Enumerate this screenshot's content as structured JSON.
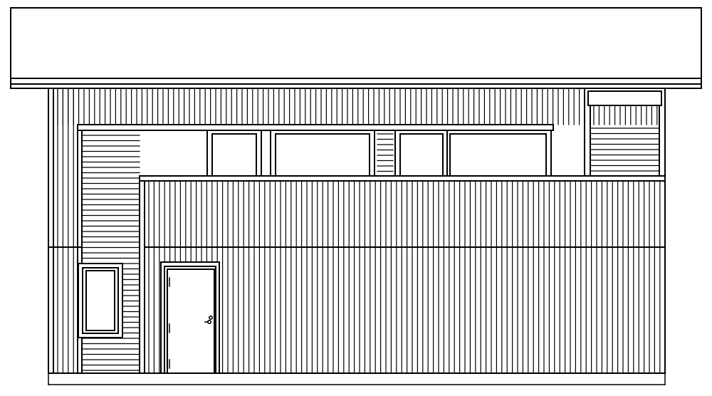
{
  "drawing": {
    "kind": "building-elevation",
    "line_color": "#000000",
    "background": "#ffffff",
    "cladding": [
      "vertical-board-siding",
      "horizontal-lap-siding"
    ],
    "openings": {
      "clerestory_windows": 4,
      "side_windows": 1,
      "doors": 1
    }
  }
}
